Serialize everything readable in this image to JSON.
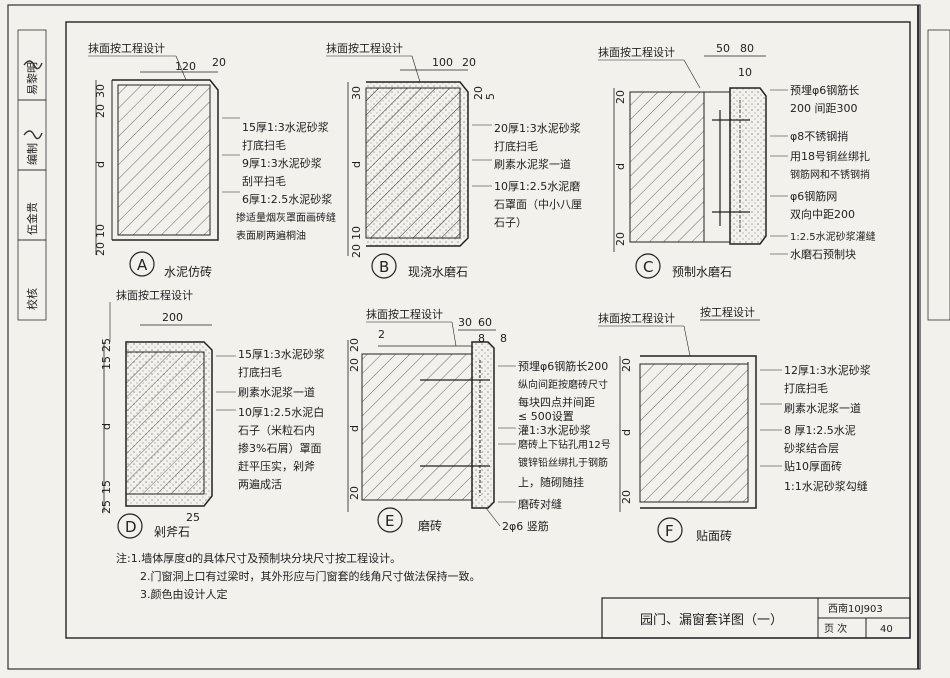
{
  "sidebar": {
    "labels": [
      "校核",
      "伍金贵",
      "编制",
      "易黎明"
    ]
  },
  "details": {
    "A": {
      "letter": "A",
      "name": "水泥仿砖",
      "top_note": "抹面按工程设计",
      "dims": [
        "120",
        "20",
        "30",
        "20",
        "d",
        "10",
        "20"
      ],
      "notes": [
        "15厚1:3水泥砂浆",
        "打底扫毛",
        "9厚1:3水泥砂浆",
        "刮平扫毛",
        "6厚1:2.5水泥砂浆",
        "掺适量烟灰罩面画砖缝",
        "表面刷两遍桐油"
      ]
    },
    "B": {
      "letter": "B",
      "name": "现浇水磨石",
      "top_note": "抹面按工程设计",
      "dims": [
        "100",
        "20",
        "30",
        "20",
        "5",
        "d",
        "10",
        "20"
      ],
      "notes": [
        "20厚1:3水泥砂浆",
        "打底扫毛",
        "刷素水泥浆一道",
        "10厚1:2.5水泥磨",
        "石罩面（中小八厘",
        "石子）"
      ]
    },
    "C": {
      "letter": "C",
      "name": "预制水磨石",
      "top_note": "抹面按工程设计",
      "dims": [
        "50",
        "80",
        "10",
        "20",
        "d",
        "20"
      ],
      "notes": [
        "预埋φ6钢筋长",
        "200 间距300",
        "φ8不锈钢捎",
        "用18号铜丝绑扎",
        "钢筋网和不锈钢捎",
        "φ6钢筋网",
        "双向中距200",
        "1:2.5水泥砂浆灌缝",
        "水磨石预制块"
      ]
    },
    "D": {
      "letter": "D",
      "name": "剁斧石",
      "top_note": "抹面按工程设计",
      "dims": [
        "200",
        "25",
        "15",
        "d",
        "15",
        "25",
        "25"
      ],
      "notes": [
        "15厚1:3水泥砂浆",
        "打底扫毛",
        "刷素水泥浆一道",
        "10厚1:2.5水泥白",
        "石子（米粒石内",
        "掺3%石屑）罩面",
        "赶平压实，剁斧",
        "两遍成活"
      ]
    },
    "E": {
      "letter": "E",
      "name": "磨砖",
      "top_note": "抹面按工程设计",
      "dims": [
        "30",
        "60",
        "8",
        "8",
        "20",
        "20",
        "2",
        "d",
        "20"
      ],
      "notes": [
        "预埋φ6钢筋长200",
        "纵向间距按磨砖尺寸",
        "每块四点并间距",
        "≤ 500设置",
        "灌1:3水泥砂浆",
        "磨砖上下钻孔用12号",
        "镀锌铅丝绑扎于钢筋",
        "上，随砌随挂",
        "磨砖对缝",
        "2φ6 竖筋"
      ]
    },
    "F": {
      "letter": "F",
      "name": "贴面砖",
      "top_note": "抹面按工程设计",
      "top_note2": "按工程设计",
      "dims": [
        "20",
        "d",
        "20"
      ],
      "notes": [
        "12厚1:3水泥砂浆",
        "打底扫毛",
        "刷素水泥浆一道",
        "8 厚1:2.5水泥",
        "砂浆结合层",
        "贴10厚面砖",
        "1:1水泥砂浆勾缝"
      ]
    }
  },
  "footnotes": [
    "注:1.墙体厚度d的具体尺寸及预制块分块尺寸按工程设计。",
    "2.门窗洞上口有过梁时，其外形应与门窗套的线角尺寸做法保持一致。",
    "3.颜色由设计人定"
  ],
  "titleblock": {
    "title": "园门、漏窗套详图（一）",
    "code": "西南10J903",
    "page_label": "页 次",
    "page_no": "40"
  }
}
